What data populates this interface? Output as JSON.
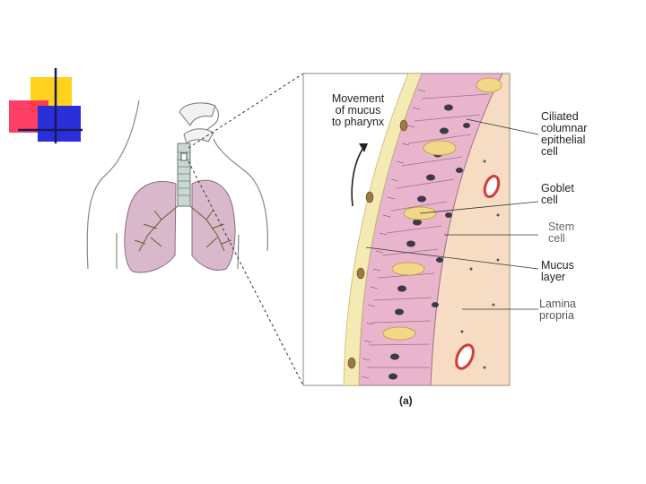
{
  "colors": {
    "deco_yellow": "#ffd21f",
    "deco_red": "#ff2a55",
    "deco_blue": "#2b2fd9",
    "deco_line": "#1a1a5a",
    "cilia_cell": "#e9b5cc",
    "goblet": "#f1d788",
    "lamina": "#f6dcc2",
    "mucus": "#f3ebb3",
    "lung": "#d9b8cc"
  },
  "labels": {
    "mucus_movement": "Movement\nof mucus\nto pharynx",
    "ciliated_cell": "Ciliated\ncolumnar\nepithelial\ncell",
    "goblet_cell": "Goblet\ncell",
    "stem_cell": "Stem\ncell",
    "mucus_layer": "Mucus\nlayer",
    "lamina_propria": "Lamina\npropria"
  },
  "caption": "(a)"
}
